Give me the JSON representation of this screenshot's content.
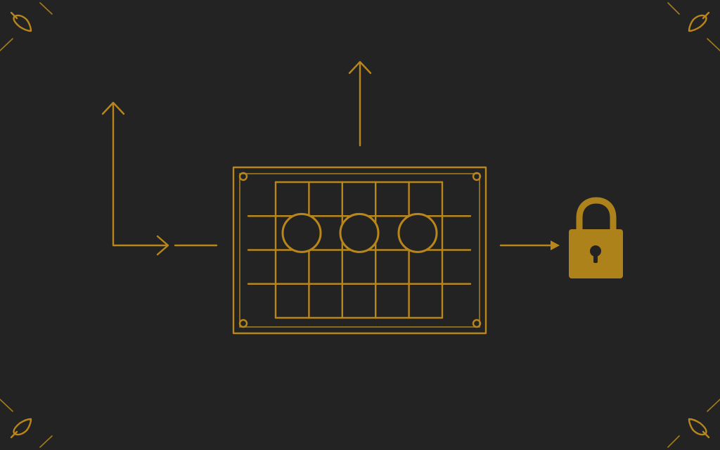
{
  "colors": {
    "background": "#232323",
    "accent": "#b8861b",
    "lock": "#ae821a"
  },
  "puzzle": {
    "grid_columns": 5,
    "grid_rows": 4,
    "slots": [
      {
        "state": "empty"
      },
      {
        "state": "empty"
      },
      {
        "state": "empty"
      }
    ],
    "lock_state": "locked"
  },
  "icons": {
    "corners": "leaf-ornament-icon",
    "lock": "padlock-icon",
    "arrows": [
      "arrow-up-icon",
      "arrow-right-icon"
    ]
  }
}
